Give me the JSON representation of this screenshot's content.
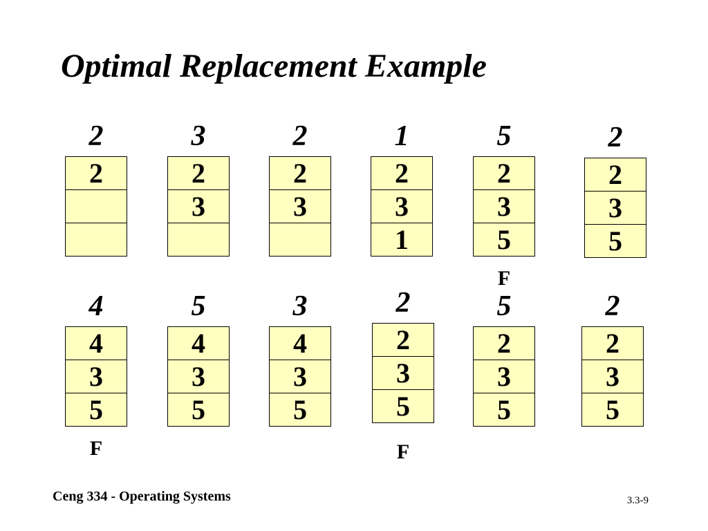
{
  "title": "Optimal Replacement Example",
  "steps": [
    {
      "ref": "2",
      "frames": [
        "2",
        "",
        ""
      ],
      "fault": ""
    },
    {
      "ref": "3",
      "frames": [
        "2",
        "3",
        ""
      ],
      "fault": ""
    },
    {
      "ref": "2",
      "frames": [
        "2",
        "3",
        ""
      ],
      "fault": ""
    },
    {
      "ref": "1",
      "frames": [
        "2",
        "3",
        "1"
      ],
      "fault": ""
    },
    {
      "ref": "5",
      "frames": [
        "2",
        "3",
        "5"
      ],
      "fault": "F"
    },
    {
      "ref": "2",
      "frames": [
        "2",
        "3",
        "5"
      ],
      "fault": ""
    },
    {
      "ref": "4",
      "frames": [
        "4",
        "3",
        "5"
      ],
      "fault": "F"
    },
    {
      "ref": "5",
      "frames": [
        "4",
        "3",
        "5"
      ],
      "fault": ""
    },
    {
      "ref": "3",
      "frames": [
        "4",
        "3",
        "5"
      ],
      "fault": ""
    },
    {
      "ref": "2",
      "frames": [
        "2",
        "3",
        "5"
      ],
      "fault": "F"
    },
    {
      "ref": "5",
      "frames": [
        "2",
        "3",
        "5"
      ],
      "fault": ""
    },
    {
      "ref": "2",
      "frames": [
        "2",
        "3",
        "5"
      ],
      "fault": ""
    }
  ],
  "footer": {
    "course": "Ceng 334 - Operating Systems",
    "page": "3.3-9"
  }
}
